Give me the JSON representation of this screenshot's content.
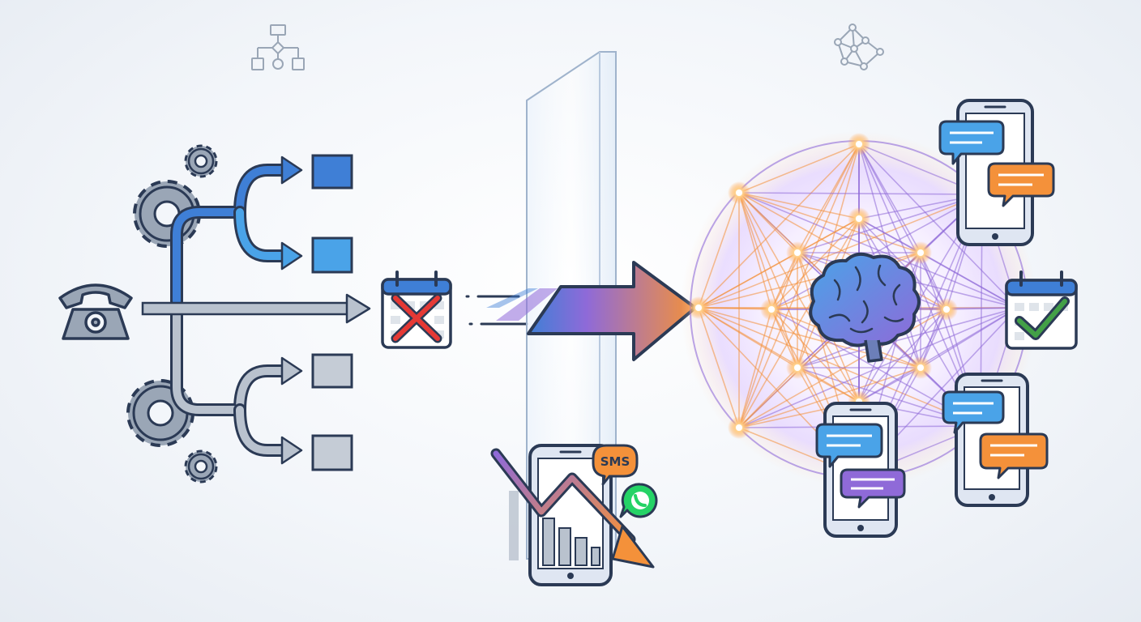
{
  "palette": {
    "outline": "#2b3a55",
    "blue": "#3f7fd6",
    "light_blue": "#4aa3e8",
    "gray": "#9aa6b6",
    "orange": "#f4913a",
    "purple": "#8f6ad8",
    "red": "#e53935",
    "green": "#43a047",
    "whatsapp": "#25d366"
  },
  "badges": {
    "sms": "SMS"
  },
  "icons": {
    "flowchart": "flowchart-icon",
    "network": "network-icon",
    "phone": "rotary-phone-icon",
    "gear": "gear-icon",
    "calendar_cancel": "calendar-x-icon",
    "calendar_confirm": "calendar-check-icon",
    "brain": "brain-icon",
    "smartphone": "smartphone-icon",
    "chat": "chat-bubble-icon",
    "whatsapp": "whatsapp-icon",
    "decline_chart": "declining-chart-icon",
    "glass_barrier": "glass-barrier",
    "arrow": "transition-arrow"
  }
}
